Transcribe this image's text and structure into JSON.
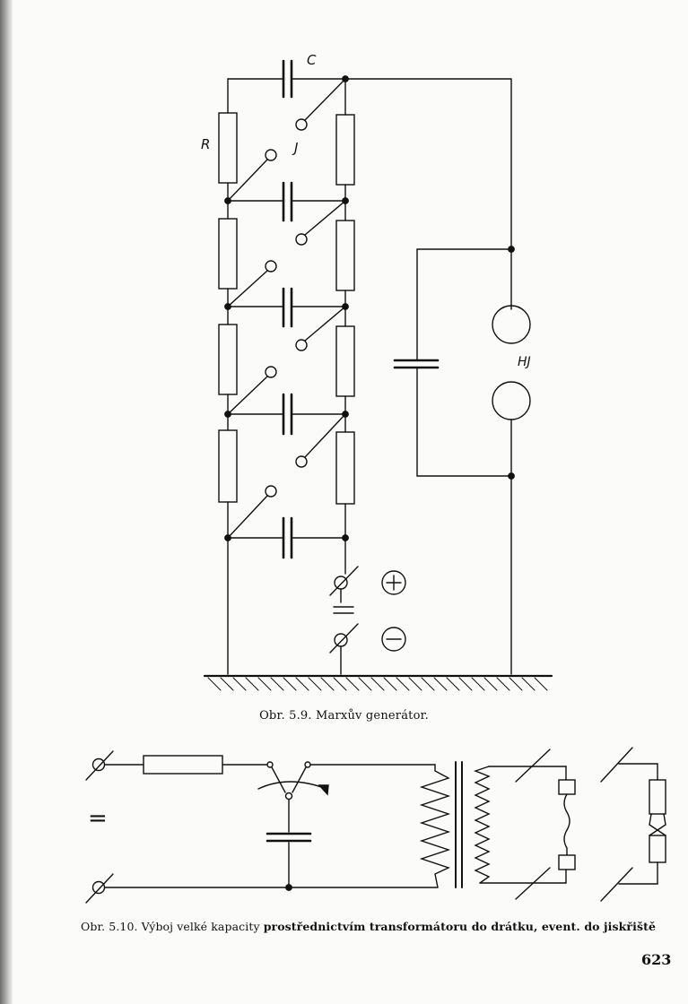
{
  "figure_1": {
    "labels": {
      "capacitor": "C",
      "resistor": "R",
      "spark_gap": "J",
      "ball_gap": "HJ"
    },
    "terminals": {
      "positive": "+",
      "negative": "−",
      "dc_sign": "="
    },
    "caption": "Obr. 5.9. Marxův generátor."
  },
  "figure_2": {
    "dc_sign": "=",
    "caption_prefix": "Obr. 5.10. Výboj velké kapacity ",
    "caption_bold": "prostřednictvím transformátoru do drátku, event. do jiskřiště"
  },
  "page_number": "623",
  "colors": {
    "ink": "#111111",
    "paper": "#fbfbf9"
  }
}
